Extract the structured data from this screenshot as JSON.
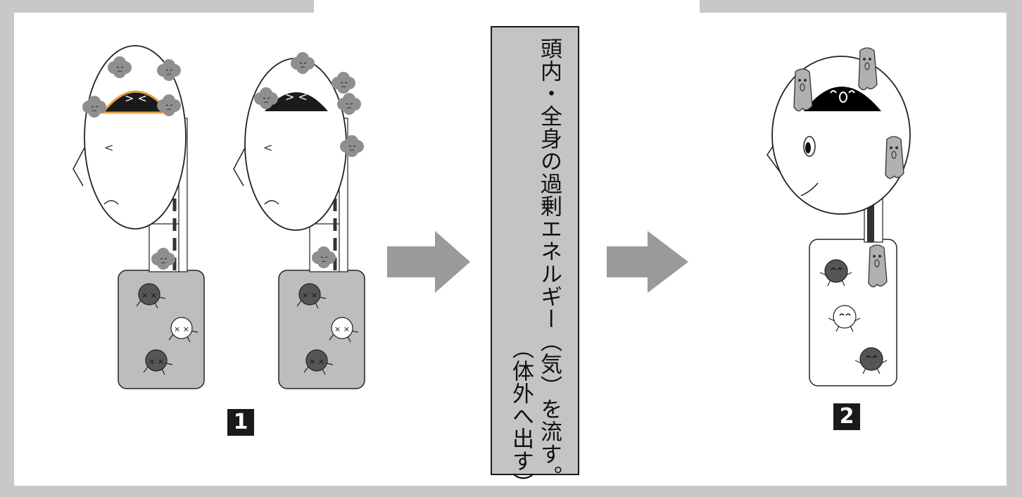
{
  "center_box": {
    "text_main": "頭内・全身の過剰エネルギー（気）を流す。",
    "text_sub": "（体外へ出す）"
  },
  "stages": [
    {
      "label": "1"
    },
    {
      "label": "2"
    }
  ],
  "colors": {
    "frame": "#c8c8c8",
    "box_fill": "#c4c4c4",
    "arrow": "#9a9a9a",
    "body_gray": "#bdbdbd",
    "cloud": "#8f8f8f",
    "brain": "#1a1a1a",
    "orange_glow": "#e8a040",
    "dark_cell": "#555555",
    "spirit": "#b0b0b0"
  }
}
